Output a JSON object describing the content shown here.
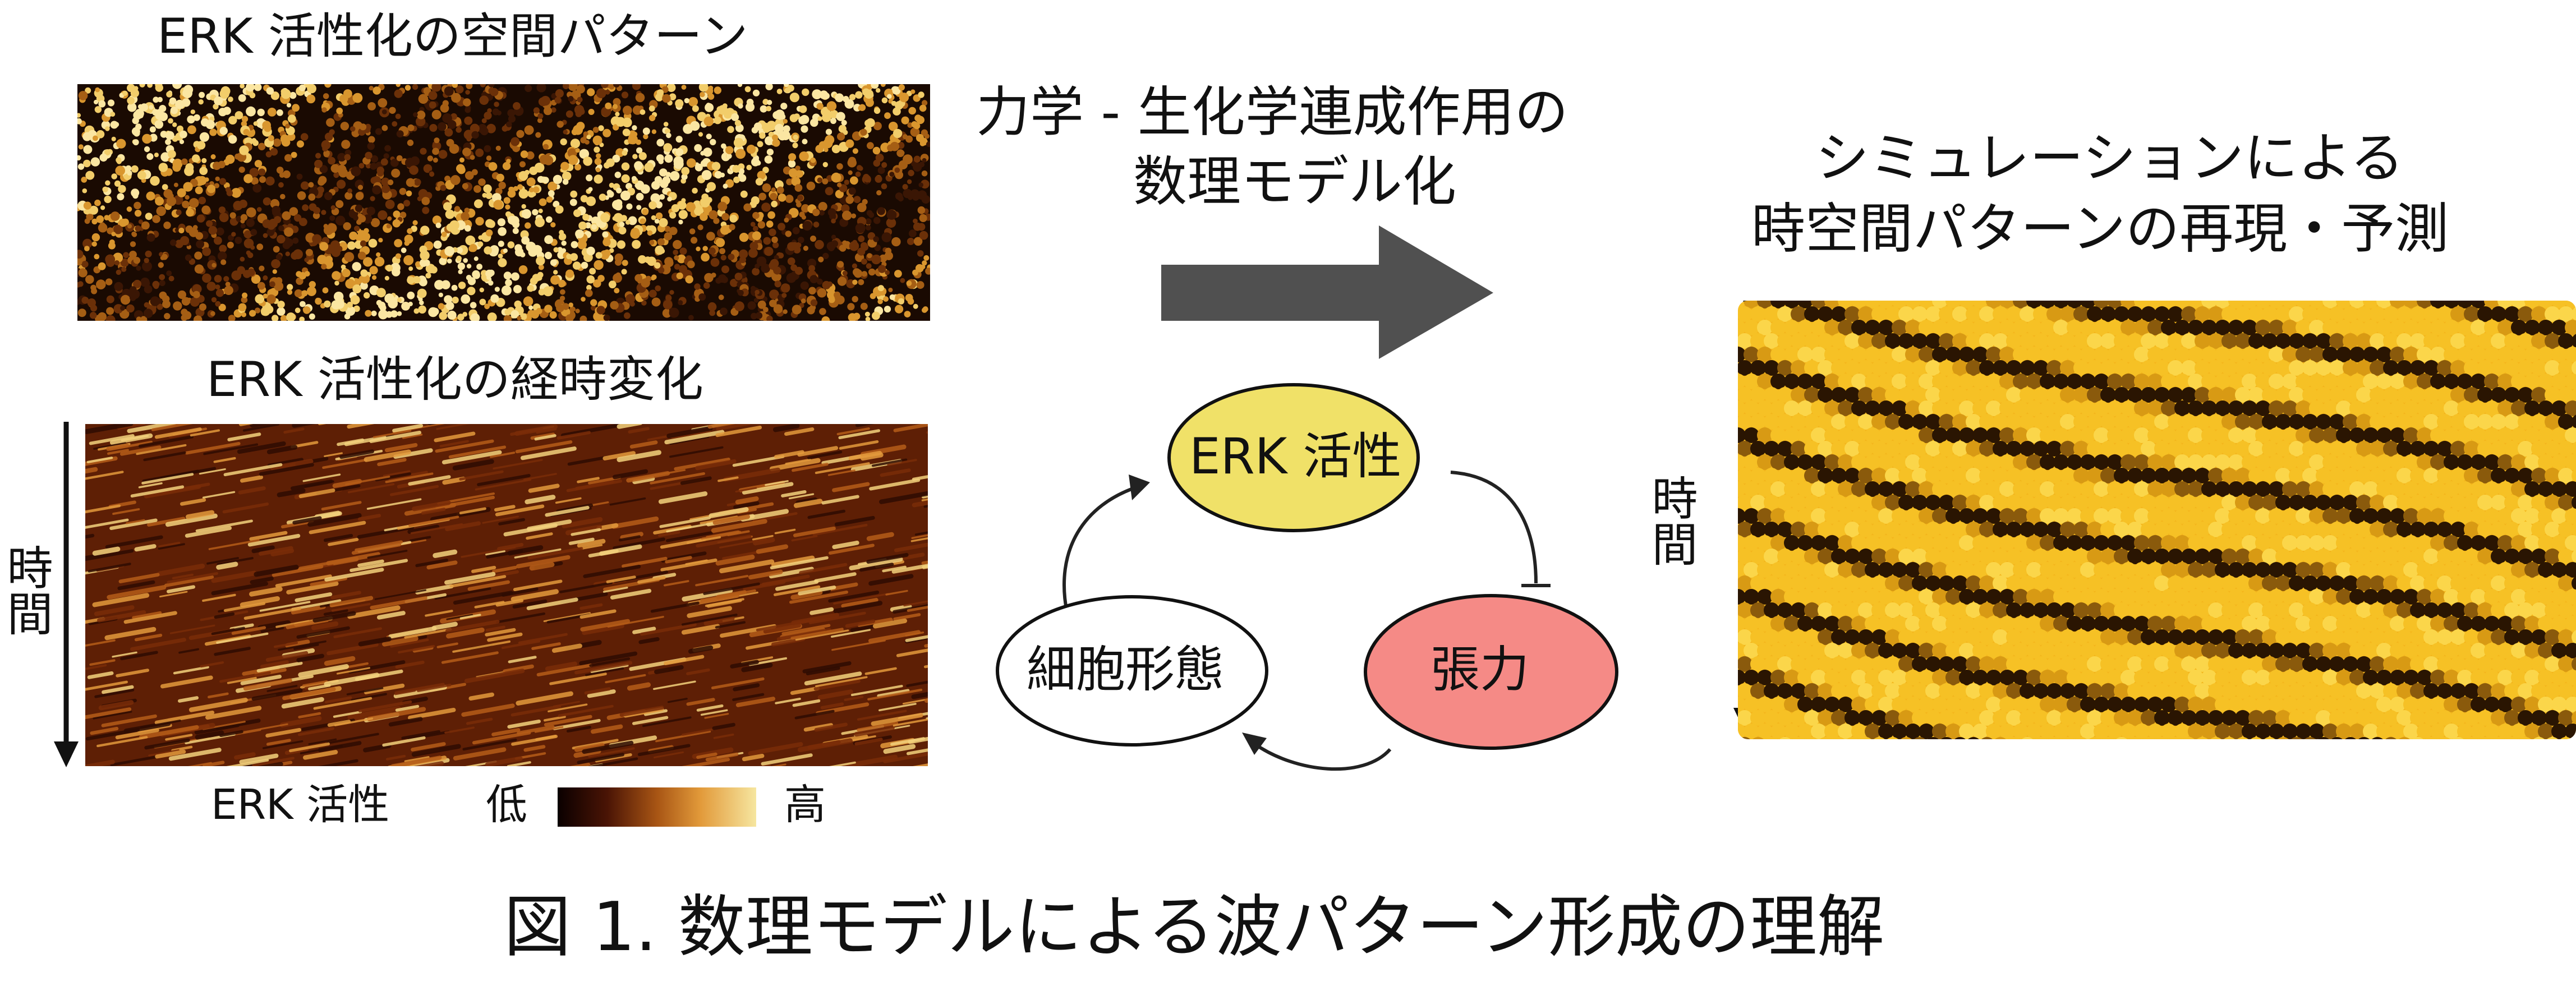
{
  "left": {
    "spatial_title": "ERK 活性化の空間パターン",
    "temporal_title": "ERK 活性化の経時変化",
    "time_label": "時間",
    "colorbar": {
      "label": "ERK 活性",
      "low": "低",
      "high": "高",
      "colors": [
        "#0a0000",
        "#4a1405",
        "#a85514",
        "#e29a3a",
        "#f6e6a0"
      ]
    }
  },
  "middle": {
    "heading_line1": "力学 - 生化学連成作用の",
    "heading_line2": "数理モデル化",
    "arrow_color": "#505050",
    "cycle": {
      "erk": {
        "label": "ERK 活性",
        "fill": "#f0e168"
      },
      "tension": {
        "label": "張力",
        "fill": "#f58a86"
      },
      "morphology": {
        "label": "細胞形態",
        "fill": "#ffffff"
      }
    }
  },
  "right": {
    "heading_line1": "シミュレーションによる",
    "heading_line2": "時空間パターンの再現・予測",
    "time_label": "時間"
  },
  "caption": "図 1. 数理モデルによる波パターン形成の理解"
}
